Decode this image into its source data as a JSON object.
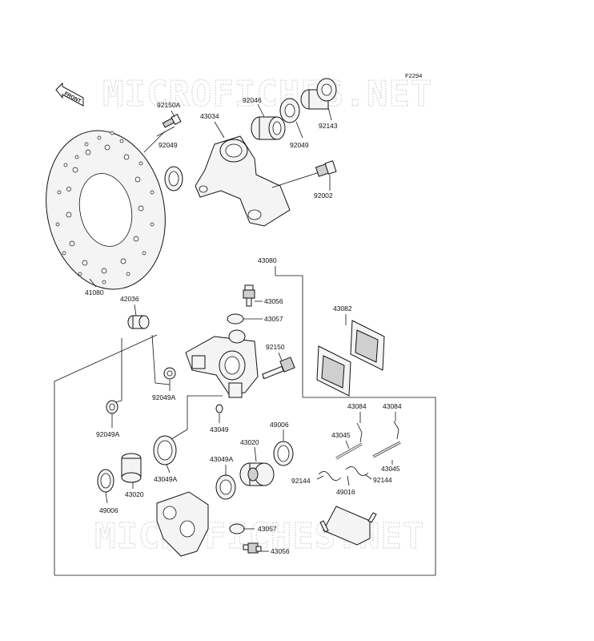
{
  "diagram_code": "F2294",
  "front_arrow": "FRONT",
  "watermark": "MICROFICHES.NET",
  "labels": {
    "p92150A": "92150A",
    "p43034": "43034",
    "p92046": "92046",
    "p92143": "92143",
    "p92049_top": "92049",
    "p92049_mid": "92049",
    "p92002": "92002",
    "p41080": "41080",
    "p43080": "43080",
    "p43056_top": "43056",
    "p43057_top": "43057",
    "p43082": "43082",
    "p42036": "42036",
    "p92150": "92150",
    "p92049A_a": "92049A",
    "p92049A_b": "92049A",
    "p43049": "43049",
    "p49006_r": "49006",
    "p43020_r": "43020",
    "p43084_a": "43084",
    "p43084_b": "43084",
    "p43045_a": "43045",
    "p43045_b": "43045",
    "p43049A_a": "43049A",
    "p43049A_b": "43049A",
    "p43020_l": "43020",
    "p49006_l": "49006",
    "p92144_a": "92144",
    "p92144_b": "92144",
    "p49016": "49016",
    "p43057_bot": "43057",
    "p43056_bot": "43056"
  }
}
